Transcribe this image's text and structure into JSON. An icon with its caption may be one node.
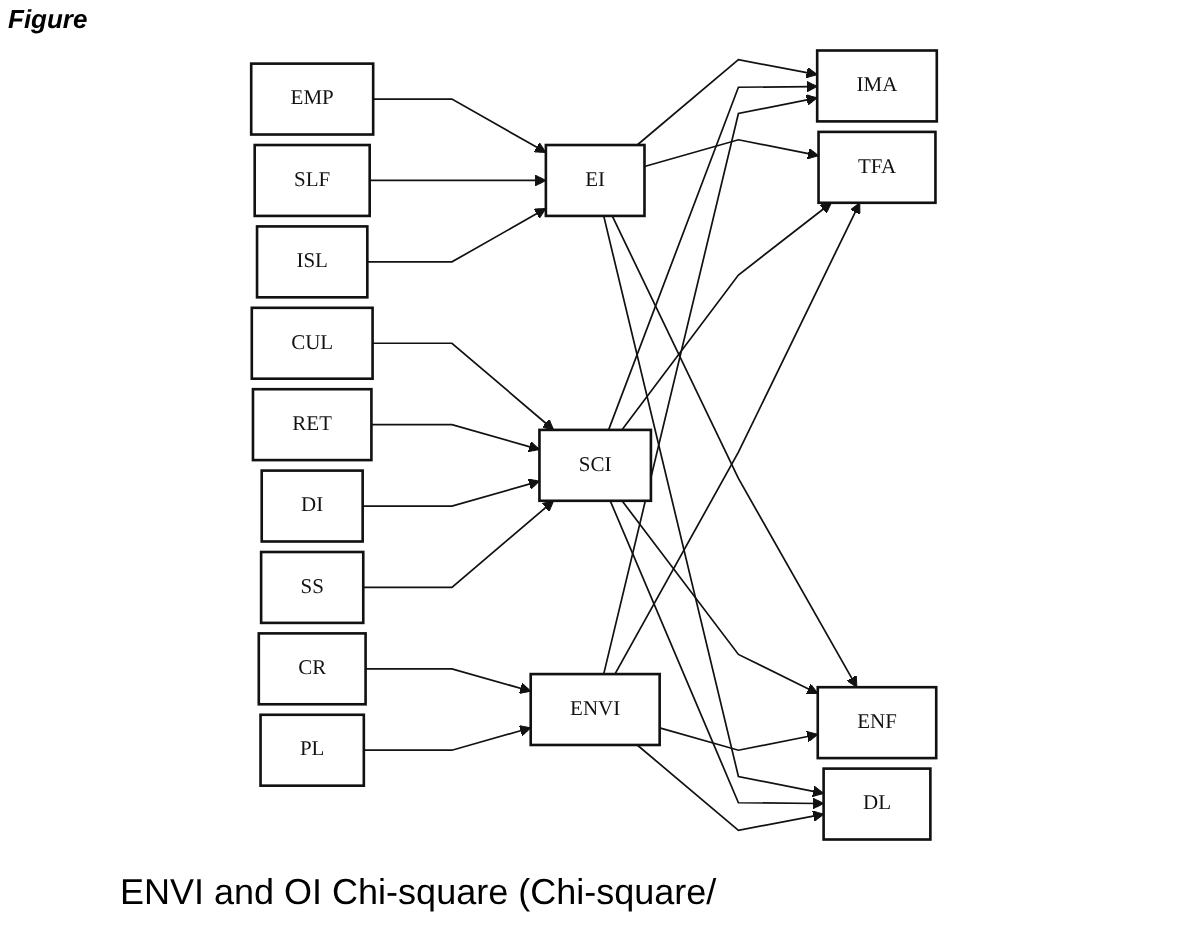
{
  "diagram": {
    "nodes": [
      {
        "text": [
          "EMP"
        ]
      },
      {
        "text": [
          "SLF"
        ]
      },
      {
        "text": [
          "ISL"
        ]
      },
      {
        "text": [
          "CUL"
        ]
      },
      {
        "text": [
          "RET"
        ]
      },
      {
        "text": [
          "DI"
        ]
      },
      {
        "text": [
          "SS"
        ]
      },
      {
        "text": [
          "CR"
        ]
      },
      {
        "text": [
          "PL"
        ]
      },
      {
        "text": [
          "EI"
        ]
      },
      {
        "text": [
          "SCI"
        ]
      },
      {
        "text": [
          "ENVI"
        ]
      },
      {
        "text": [
          "IMA"
        ]
      },
      {
        "text": [
          "TFA"
        ]
      },
      {
        "text": [
          "ENF"
        ]
      },
      {
        "text": [
          "DL"
        ]
      }
    ],
    "edges": [
      {
        "from": 0,
        "to": 9,
        "arrow": "to"
      },
      {
        "from": 1,
        "to": 9,
        "arrow": "to"
      },
      {
        "from": 2,
        "to": 9,
        "arrow": "to"
      },
      {
        "from": 3,
        "to": 10,
        "arrow": "to"
      },
      {
        "from": 4,
        "to": 10,
        "arrow": "to"
      },
      {
        "from": 5,
        "to": 10,
        "arrow": "to"
      },
      {
        "from": 6,
        "to": 10,
        "arrow": "to"
      },
      {
        "from": 7,
        "to": 11,
        "arrow": "to"
      },
      {
        "from": 8,
        "to": 11,
        "arrow": "to"
      },
      {
        "from": 9,
        "to": 12,
        "arrow": "to"
      },
      {
        "from": 9,
        "to": 13,
        "arrow": "to"
      },
      {
        "from": 9,
        "to": 14,
        "arrow": "to"
      },
      {
        "from": 9,
        "to": 15,
        "arrow": "to"
      },
      {
        "from": 10,
        "to": 12,
        "arrow": "to"
      },
      {
        "from": 10,
        "to": 13,
        "arrow": "to"
      },
      {
        "from": 10,
        "to": 14,
        "arrow": "to"
      },
      {
        "from": 10,
        "to": 15,
        "arrow": "to"
      },
      {
        "from": 11,
        "to": 12,
        "arrow": "to"
      },
      {
        "from": 11,
        "to": 13,
        "arrow": "to"
      },
      {
        "from": 11,
        "to": 14,
        "arrow": "to"
      },
      {
        "from": 11,
        "to": 15,
        "arrow": "to"
      }
    ],
    "labels": [
      "Figure",
      "ENVI and OI Chi-square (Chi-square/"
    ]
  }
}
